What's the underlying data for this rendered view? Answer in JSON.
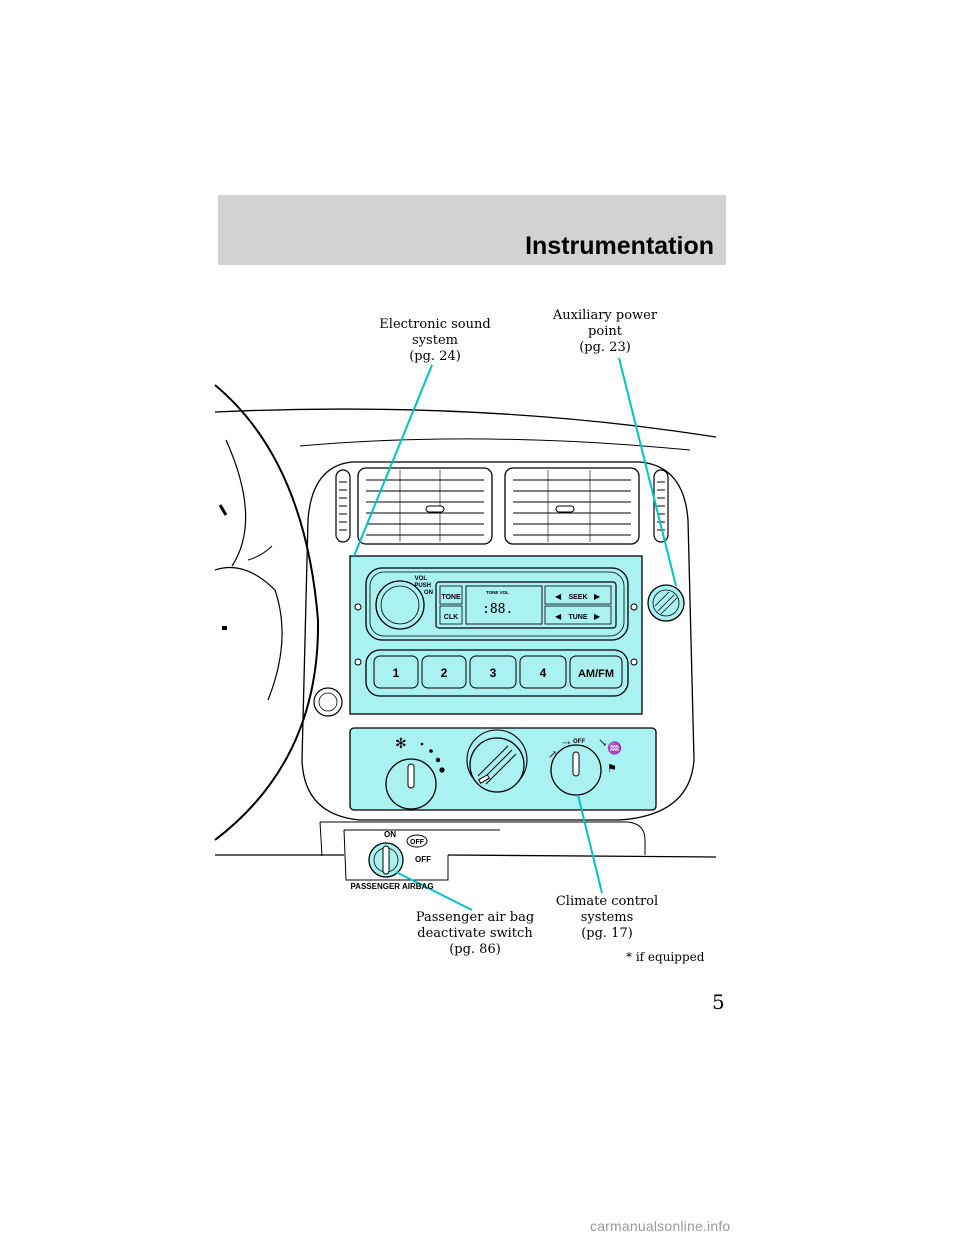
{
  "header": {
    "title": "Instrumentation"
  },
  "callouts": {
    "sound": {
      "line1": "Electronic sound",
      "line2": "system",
      "line3": "(pg. 24)"
    },
    "aux": {
      "line1": "Auxiliary power",
      "line2": "point",
      "line3": "(pg. 23)"
    },
    "airbag_switch": {
      "line1": "Passenger air bag",
      "line2": "deactivate switch",
      "line3": "(pg. 86)"
    },
    "climate": {
      "line1": "Climate control",
      "line2": "systems",
      "line3": "(pg. 17)"
    }
  },
  "radio": {
    "vol_label": "VOL",
    "push_label": "PUSH",
    "on_label": "ON",
    "tone": "TONE",
    "clk": "CLK",
    "seek": "SEEK",
    "tune": "TUNE",
    "display_small": "TONE VOL",
    "presets": [
      "1",
      "2",
      "3",
      "4",
      "AM/FM"
    ]
  },
  "climate": {
    "off_label": "OFF"
  },
  "airbag": {
    "on": "ON",
    "off_badge": "OFF",
    "off": "OFF",
    "label": "PASSENGER AIRBAG"
  },
  "footnote": "* if equipped",
  "page_number": "5",
  "watermark": "carmanualsonline.info",
  "colors": {
    "panel_fill": "#aaf2f2",
    "header_band": "#d2d2d2"
  }
}
